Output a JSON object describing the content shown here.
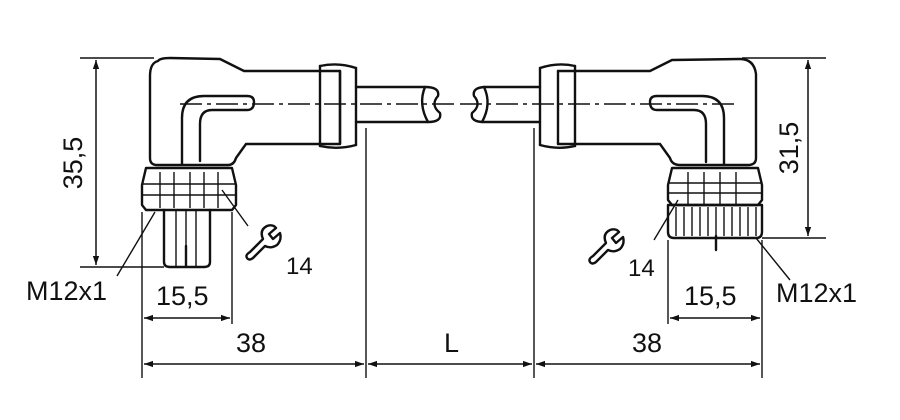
{
  "labels": {
    "left_height": "35,5",
    "right_height": "31,5",
    "left_thread": "M12x1",
    "right_thread": "M12x1",
    "left_nut": "15,5",
    "right_nut": "15,5",
    "left_length": "38",
    "right_length": "38",
    "cable_length": "L",
    "left_wrench_size": "14",
    "right_wrench_size": "14"
  },
  "icons": {
    "wrench": "wrench-icon"
  }
}
